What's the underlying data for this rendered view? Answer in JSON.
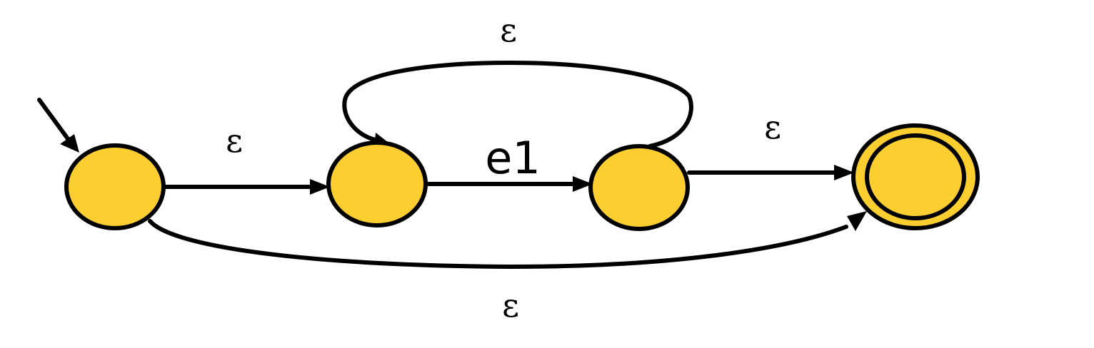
{
  "diagram": {
    "type": "nfa",
    "colors": {
      "state_fill": "#fcce30",
      "stroke": "#000000",
      "background": "#ffffff"
    },
    "states": [
      {
        "id": "s0",
        "start": true,
        "accepting": false
      },
      {
        "id": "s1",
        "start": false,
        "accepting": false
      },
      {
        "id": "s2",
        "start": false,
        "accepting": false
      },
      {
        "id": "s3",
        "start": false,
        "accepting": true
      }
    ],
    "transitions": [
      {
        "from": "s0",
        "to": "s1",
        "label": "ε"
      },
      {
        "from": "s1",
        "to": "s2",
        "label": "e1"
      },
      {
        "from": "s2",
        "to": "s1",
        "label": "ε"
      },
      {
        "from": "s2",
        "to": "s3",
        "label": "ε"
      },
      {
        "from": "s0",
        "to": "s3",
        "label": "ε"
      }
    ]
  }
}
